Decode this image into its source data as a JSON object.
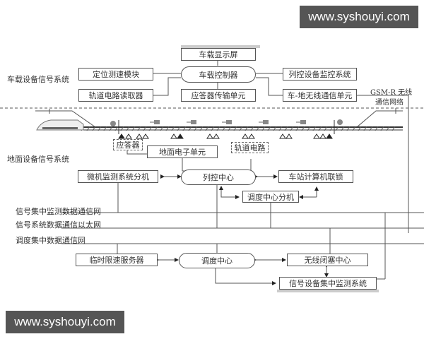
{
  "watermarks": {
    "top": "www.syshouyi.com",
    "bottom": "www.syshouyi.com"
  },
  "sections": {
    "onboard": "车载设备信号系统",
    "ground": "地面设备信号系统"
  },
  "onboard": {
    "display": "车载显示屏",
    "controller": "车载控制器",
    "positioning": "定位测速模块",
    "track_reader": "轨道电路读取器",
    "balise_transmission": "应答器传输单元",
    "monitoring": "列控设备监控系统",
    "wireless_unit": "车-地无线通信单元",
    "gsmr_line1": "GSM-R 无线",
    "gsmr_line2": "通信网络"
  },
  "trackside": {
    "balise": "应答器",
    "track_circuit": "轨道电路",
    "ground_electronic": "地面电子单元"
  },
  "ground": {
    "microcomputer": "微机监测系统分机",
    "train_control_center": "列控中心",
    "station_interlocking": "车站计算机联锁",
    "dispatch_extension": "调度中心分机",
    "temp_speed_server": "临时限速服务器",
    "dispatch_center": "调度中心",
    "radio_block_center": "无线闭塞中心",
    "signal_monitoring": "信号设备集中监测系统"
  },
  "networks": [
    "信号集中监测数据通信网",
    "信号系统数据通信以太网",
    "调度集中数据通信网"
  ]
}
